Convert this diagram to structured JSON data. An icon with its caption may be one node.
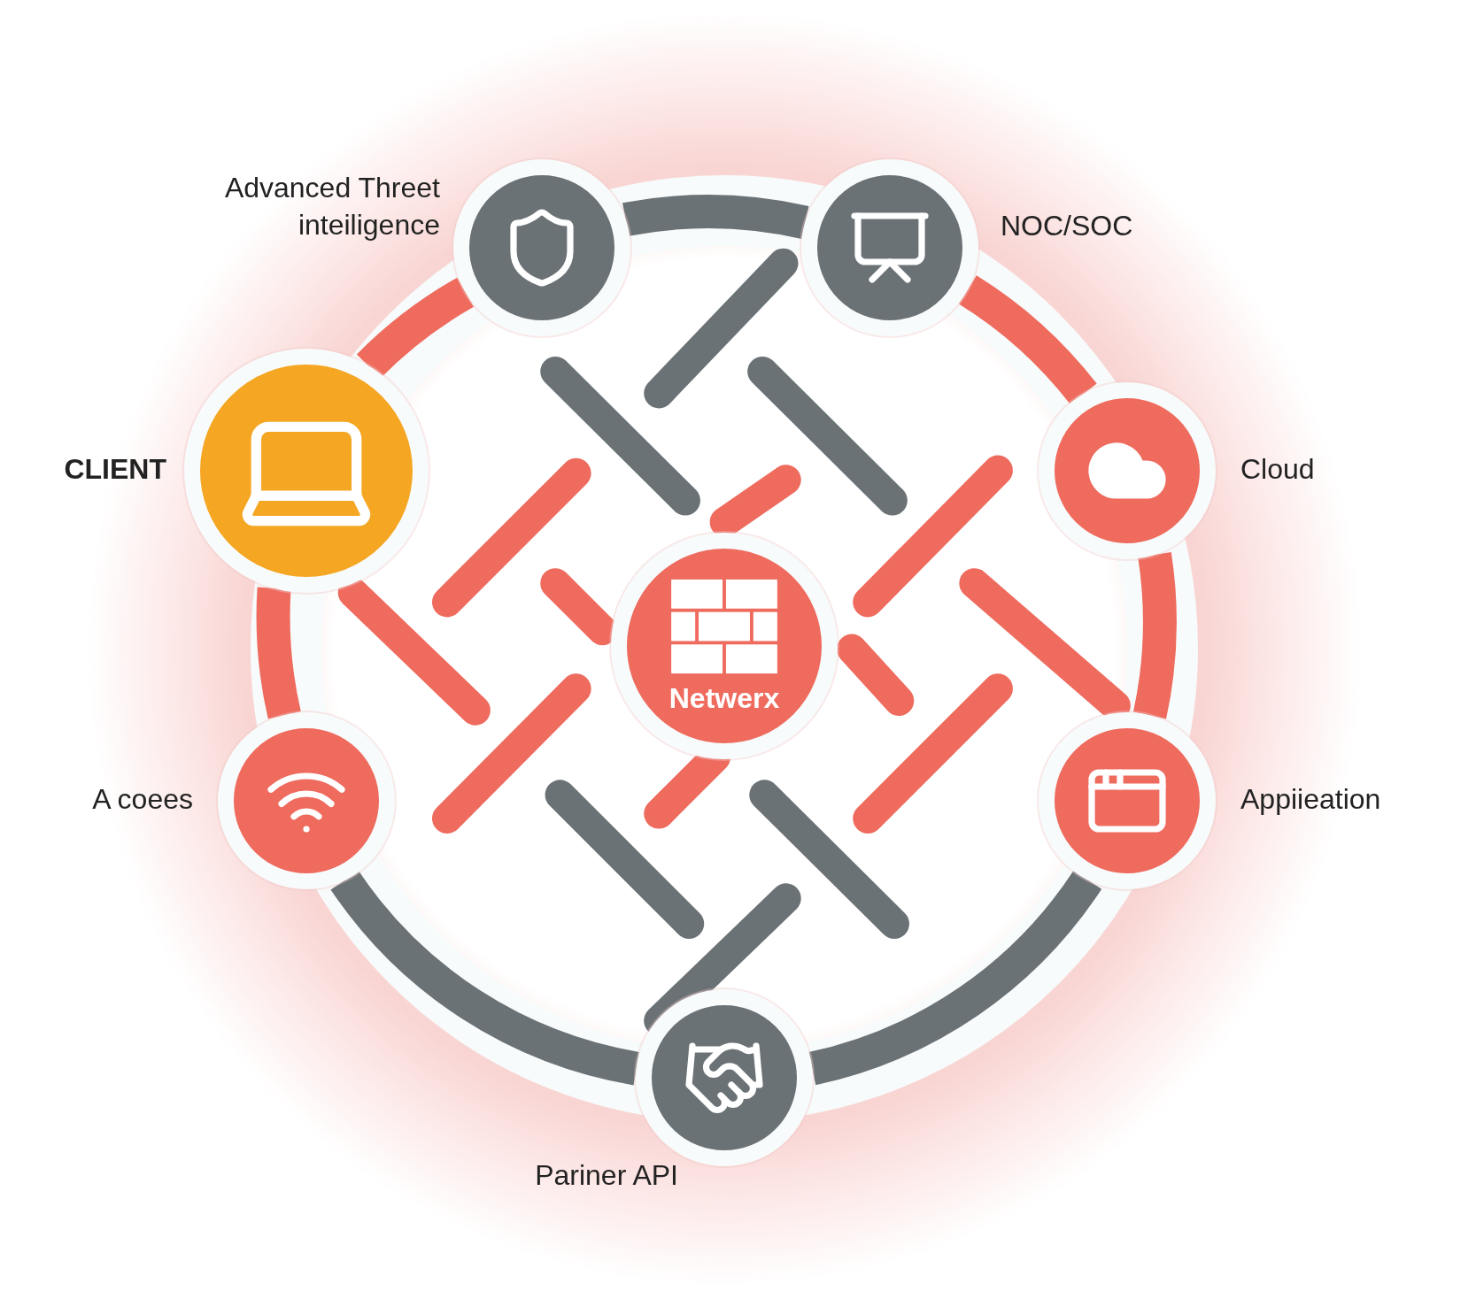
{
  "diagram": {
    "nodes": [
      {
        "text": [
          "Advanced Threet inteiligence"
        ]
      },
      {
        "text": [
          "NOC/SOC"
        ]
      },
      {
        "text": [
          "CLIENT"
        ]
      },
      {
        "text": [
          "Cloud"
        ]
      },
      {
        "text": [
          "Netwerx"
        ]
      },
      {
        "text": [
          "A coees"
        ]
      },
      {
        "text": [
          "Appiieation"
        ]
      },
      {
        "text": [
          "Pariner API"
        ]
      }
    ],
    "edges": [
      {
        "from": 0,
        "to": 1,
        "arrow": "none",
        "color": "#6b7275"
      },
      {
        "from": 1,
        "to": 3,
        "arrow": "none"
      },
      {
        "from": 3,
        "to": 6,
        "arrow": "none"
      },
      {
        "from": 6,
        "to": 7,
        "arrow": "none",
        "color": "#6b7275"
      },
      {
        "from": 7,
        "to": 5,
        "arrow": "none",
        "color": "#6b7275"
      },
      {
        "from": 5,
        "to": 2,
        "arrow": "none"
      },
      {
        "from": 2,
        "to": 0,
        "arrow": "none"
      }
    ]
  }
}
